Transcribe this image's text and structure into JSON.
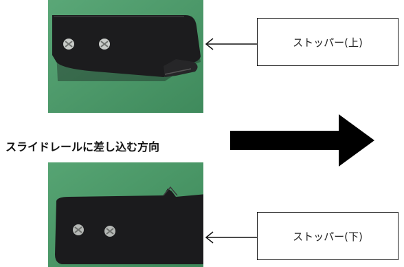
{
  "top_callout": {
    "label": "ストッパー(上)"
  },
  "bottom_callout": {
    "label": "ストッパー(下)"
  },
  "direction": {
    "label": "スライドレールに差し込む方向"
  },
  "colors": {
    "felt_green": "#4f9a6b",
    "metal_black": "#1b1b1d",
    "screw_silver": "#c9ccc9"
  }
}
